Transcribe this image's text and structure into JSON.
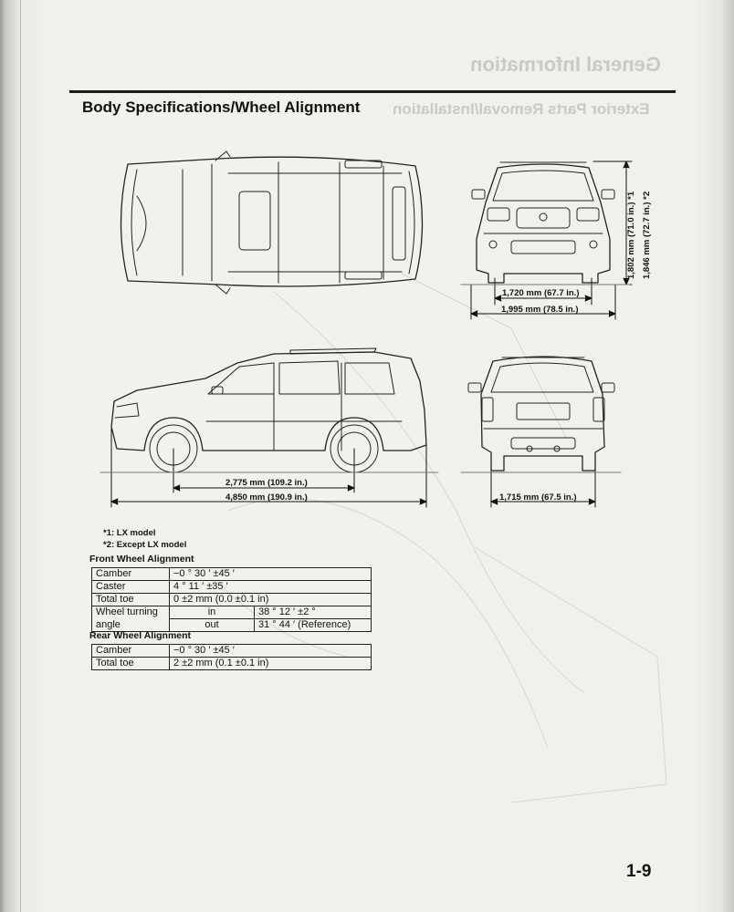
{
  "header": {
    "title": "Body Specifications/Wheel Alignment",
    "ghost_title": "General Information",
    "ghost_subtitle": "Exterior Parts Removal/Installation"
  },
  "dimensions": {
    "height_lx": "1,802 mm (71.0 in.) *1",
    "height_other": "1,846 mm (72.7 in.) *2",
    "front_tread": "1,720 mm (67.7 in.)",
    "overall_width": "1,995 mm (78.5 in.)",
    "wheelbase": "2,775 mm (109.2 in.)",
    "overall_length": "4,850 mm (190.9 in.)",
    "rear_tread": "1,715 mm (67.5 in.)"
  },
  "notes": [
    "*1: LX model",
    "*2: Except LX model"
  ],
  "front_alignment": {
    "heading": "Front Wheel Alignment",
    "camber_label": "Camber",
    "camber_value": "−0 ° 30 ′ ±45 ′",
    "caster_label": "Caster",
    "caster_value": "4 ° 11 ′ ±35 ′",
    "toe_label": "Total toe",
    "toe_value": "0 ±2 mm (0.0 ±0.1 in)",
    "turning_label_1": "Wheel turning",
    "turning_label_2": "angle",
    "in_label": "in",
    "in_value": "38 ° 12 ′ ±2 °",
    "out_label": "out",
    "out_value": "31 ° 44 ′ (Reference)"
  },
  "rear_alignment": {
    "heading": "Rear Wheel Alignment",
    "camber_label": "Camber",
    "camber_value": "−0 ° 30 ′ ±45 ′",
    "toe_label": "Total toe",
    "toe_value": "2 ±2 mm (0.1 ±0.1 in)"
  },
  "page_number": "1-9"
}
